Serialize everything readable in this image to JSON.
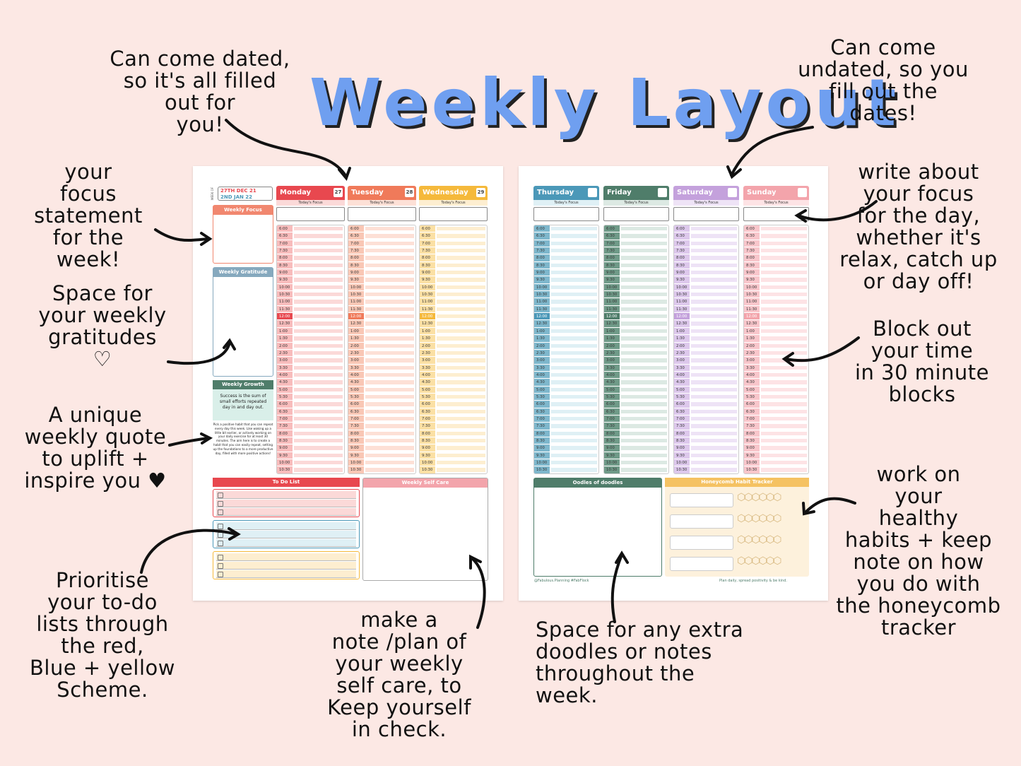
{
  "title": "Weekly Layout",
  "colors": {
    "background": "#fce8e4",
    "title": "#6f9ff0",
    "monday": "#e8484f",
    "tuesday": "#f07a5a",
    "wednesday": "#f5b93b",
    "thursday": "#4b98b8",
    "friday": "#4f7d6a",
    "saturday": "#c4a1dc",
    "sunday": "#f3a4ab",
    "weekly_focus": "#f1876f",
    "weekly_gratitude": "#86a9be",
    "weekly_growth": "#4f7d6a",
    "todo": "#e8484f",
    "self_care": "#f3a4ab",
    "doodles": "#4f7d6a",
    "habit": "#f5c262"
  },
  "annotations": {
    "dated": "Can come dated,\nso it's all filled\nout for\nyou!",
    "undated": "Can come\nundated, so you\nfill out the\ndates!",
    "focus_week": "your\nfocus\nstatement\nfor the\nweek!",
    "gratitude": "Space for\nyour weekly\ngratitudes\n♡",
    "quote": "A unique\nweekly quote\nto uplift +\ninspire you ♥",
    "todo": "Prioritise\nyour to-do\nlists through\nthe red,\nBlue + yellow\nScheme.",
    "self_care": "make a\nnote /plan of\nyour weekly\nself care, to\nKeep yourself\nin check.",
    "doodles": "Space for any extra\ndoodles or notes\nthroughout the\nweek.",
    "focus_day": "write about\nyour focus\nfor the day,\nwhether it's\nrelax, catch up\nor day off!",
    "block_time": "Block out\nyour time\nin 30 minute\nblocks",
    "habits": "work on\nyour\nhealthy\nhabits + keep\nnote on how\nyou do with\nthe honeycomb\ntracker"
  },
  "planner": {
    "week_of_label": "WEEK OF",
    "date_line1": "27TH DEC 21",
    "date_line2": "2ND JAN 22",
    "today_focus": "Today's Focus",
    "weekly_focus": "Weekly Focus",
    "weekly_gratitude": "Weekly Gratitude",
    "weekly_growth": "Weekly Growth",
    "quote": "Success is the sum of small efforts repeated day in and day out.",
    "growth_text": "Pick a positive habit that you can repeat every day this week. Like waking up a little bit earlier, or actively working on your daily exercise for at least 30 minutes. The aim here is to create a habit that you can easily repeat, setting up the foundations to a more productive day, filled with more positive actions!",
    "to_do_list": "To Do List",
    "weekly_self_care": "Weekly Self Care",
    "oodles_of_doodles": "Oodles of doodles",
    "honeycomb": "Honeycomb Habit Tracker",
    "footer_left": "@Fabulous.Planning #FabFlock",
    "footer_right": "Plan daily, spread positivity & be kind.",
    "days_left": [
      {
        "name": "Monday",
        "num": "27"
      },
      {
        "name": "Tuesday",
        "num": "28"
      },
      {
        "name": "Wednesday",
        "num": "29"
      }
    ],
    "days_right": [
      {
        "name": "Thursday",
        "num": ""
      },
      {
        "name": "Friday",
        "num": ""
      },
      {
        "name": "Saturday",
        "num": ""
      },
      {
        "name": "Sunday",
        "num": ""
      }
    ],
    "times": [
      "6:00",
      "6:30",
      "7:00",
      "7:30",
      "8:00",
      "8:30",
      "9:00",
      "9:30",
      "10:00",
      "10:30",
      "11:00",
      "11:30",
      "12:00",
      "12:30",
      "1:00",
      "1:30",
      "2:00",
      "2:30",
      "3:00",
      "3:30",
      "4:00",
      "4:30",
      "5:00",
      "5:30",
      "6:00",
      "6:30",
      "7:00",
      "7:30",
      "8:00",
      "8:30",
      "9:00",
      "9:30",
      "10:00",
      "10:30"
    ]
  }
}
